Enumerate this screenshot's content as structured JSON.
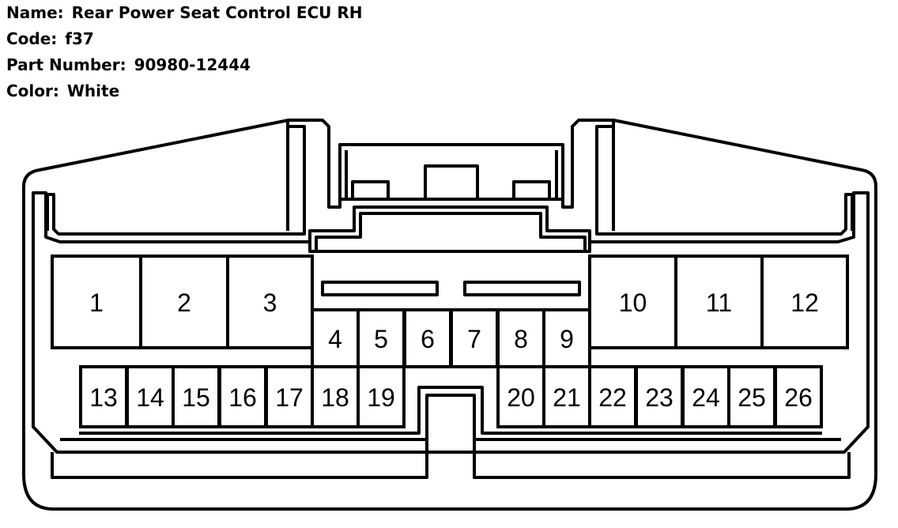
{
  "info": {
    "name_label": "Name:",
    "name_value": "Rear Power Seat Control ECU RH",
    "code_label": "Code:",
    "code_value": "f37",
    "part_label": "Part Number:",
    "part_value": "90980-12444",
    "color_label": "Color:",
    "color_value": "White"
  },
  "pins": [
    "1",
    "2",
    "3",
    "4",
    "5",
    "6",
    "7",
    "8",
    "9",
    "10",
    "11",
    "12",
    "13",
    "14",
    "15",
    "16",
    "17",
    "18",
    "19",
    "20",
    "21",
    "22",
    "23",
    "24",
    "25",
    "26"
  ]
}
